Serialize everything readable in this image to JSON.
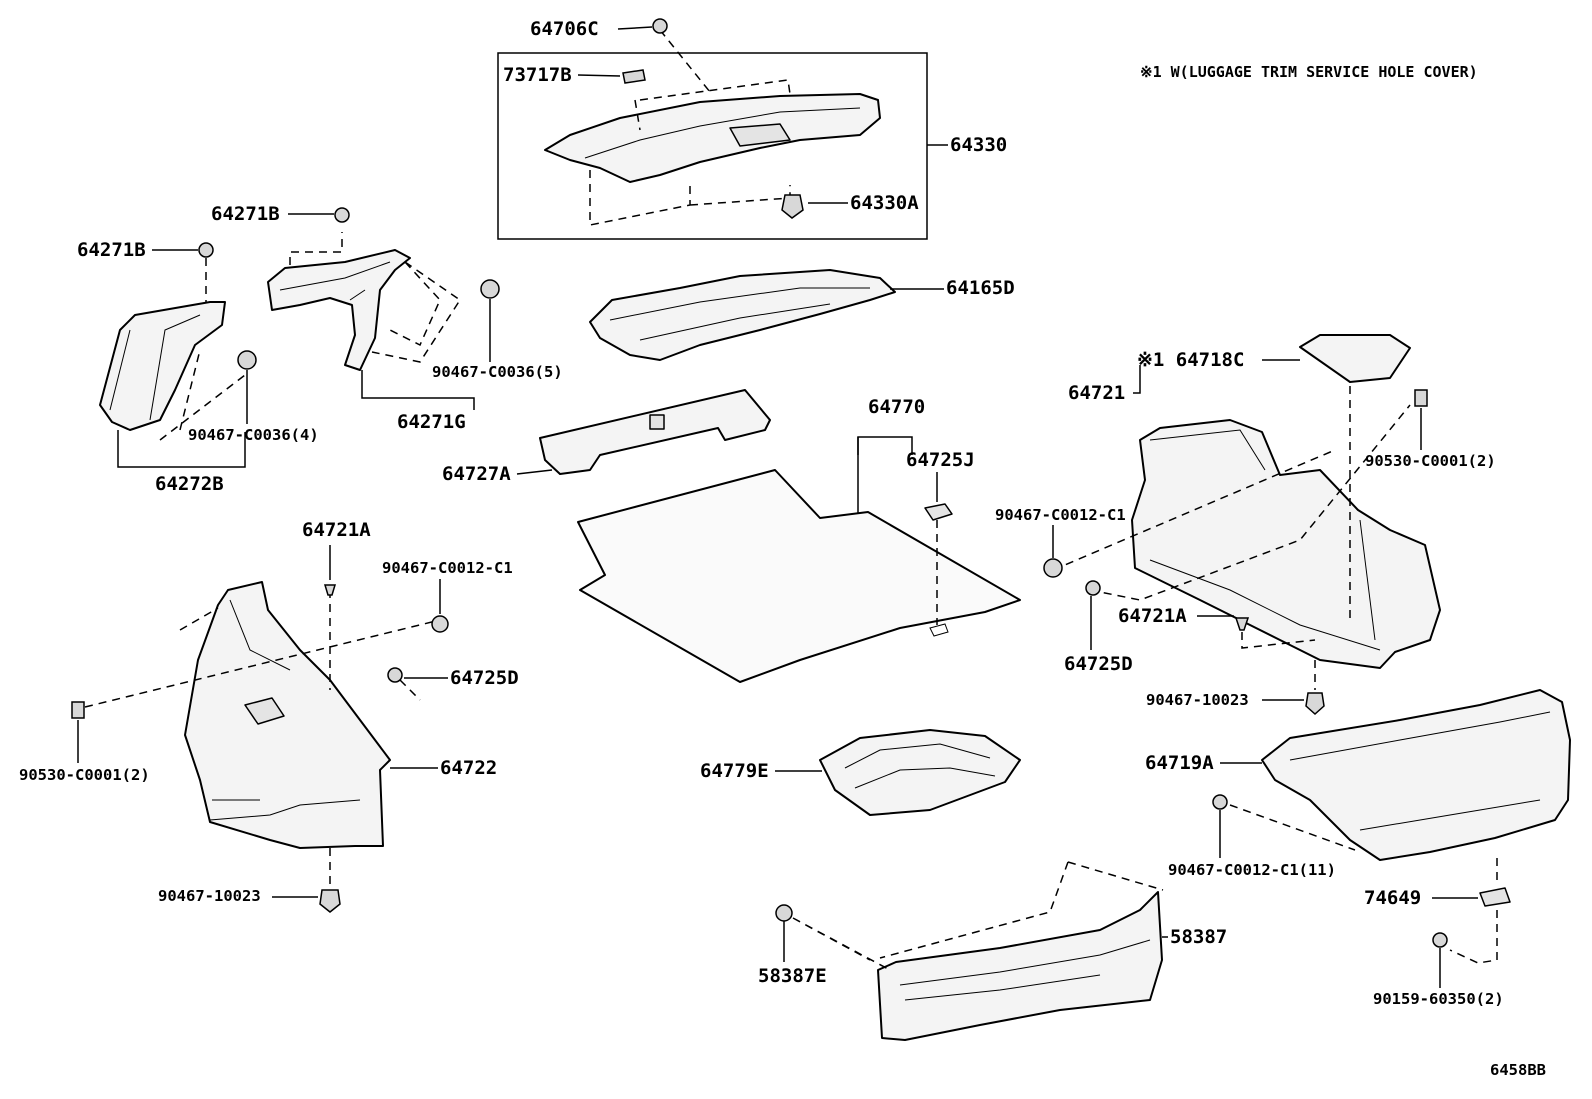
{
  "note": "※1 W(LUGGAGE TRIM SERVICE HOLE COVER)",
  "diagram_code": "6458BB",
  "labels": {
    "p64706C": "64706C",
    "p73717B": "73717B",
    "p64330": "64330",
    "p64330A": "64330A",
    "p64271B_a": "64271B",
    "p64271B_b": "64271B",
    "p64165D": "64165D",
    "p90467_C0036_5": "90467-C0036(5)",
    "p90467_C0036_4": "90467-C0036(4)",
    "p64271G": "64271G",
    "p64272B": "64272B",
    "p64727A": "64727A",
    "p64770": "64770",
    "p64725J": "64725J",
    "p64718C": "※1 64718C",
    "p64721": "64721",
    "p90530_C0001_2_r": "90530-C0001(2)",
    "p90467_C0012_C1_r": "90467-C0012-C1",
    "p64721A_r": "64721A",
    "p64725D_r": "64725D",
    "p90467_10023_r": "90467-10023",
    "p64721A_l": "64721A",
    "p90467_C0012_C1_l": "90467-C0012-C1",
    "p64725D_l": "64725D",
    "p90530_C0001_2_l": "90530-C0001(2)",
    "p64722": "64722",
    "p90467_10023_l": "90467-10023",
    "p64779E": "64779E",
    "p64719A": "64719A",
    "p90467_C0012_C1_11": "90467-C0012-C1(11)",
    "p74649": "74649",
    "p90159_60350_2": "90159-60350(2)",
    "p58387": "58387",
    "p58387E": "58387E"
  }
}
